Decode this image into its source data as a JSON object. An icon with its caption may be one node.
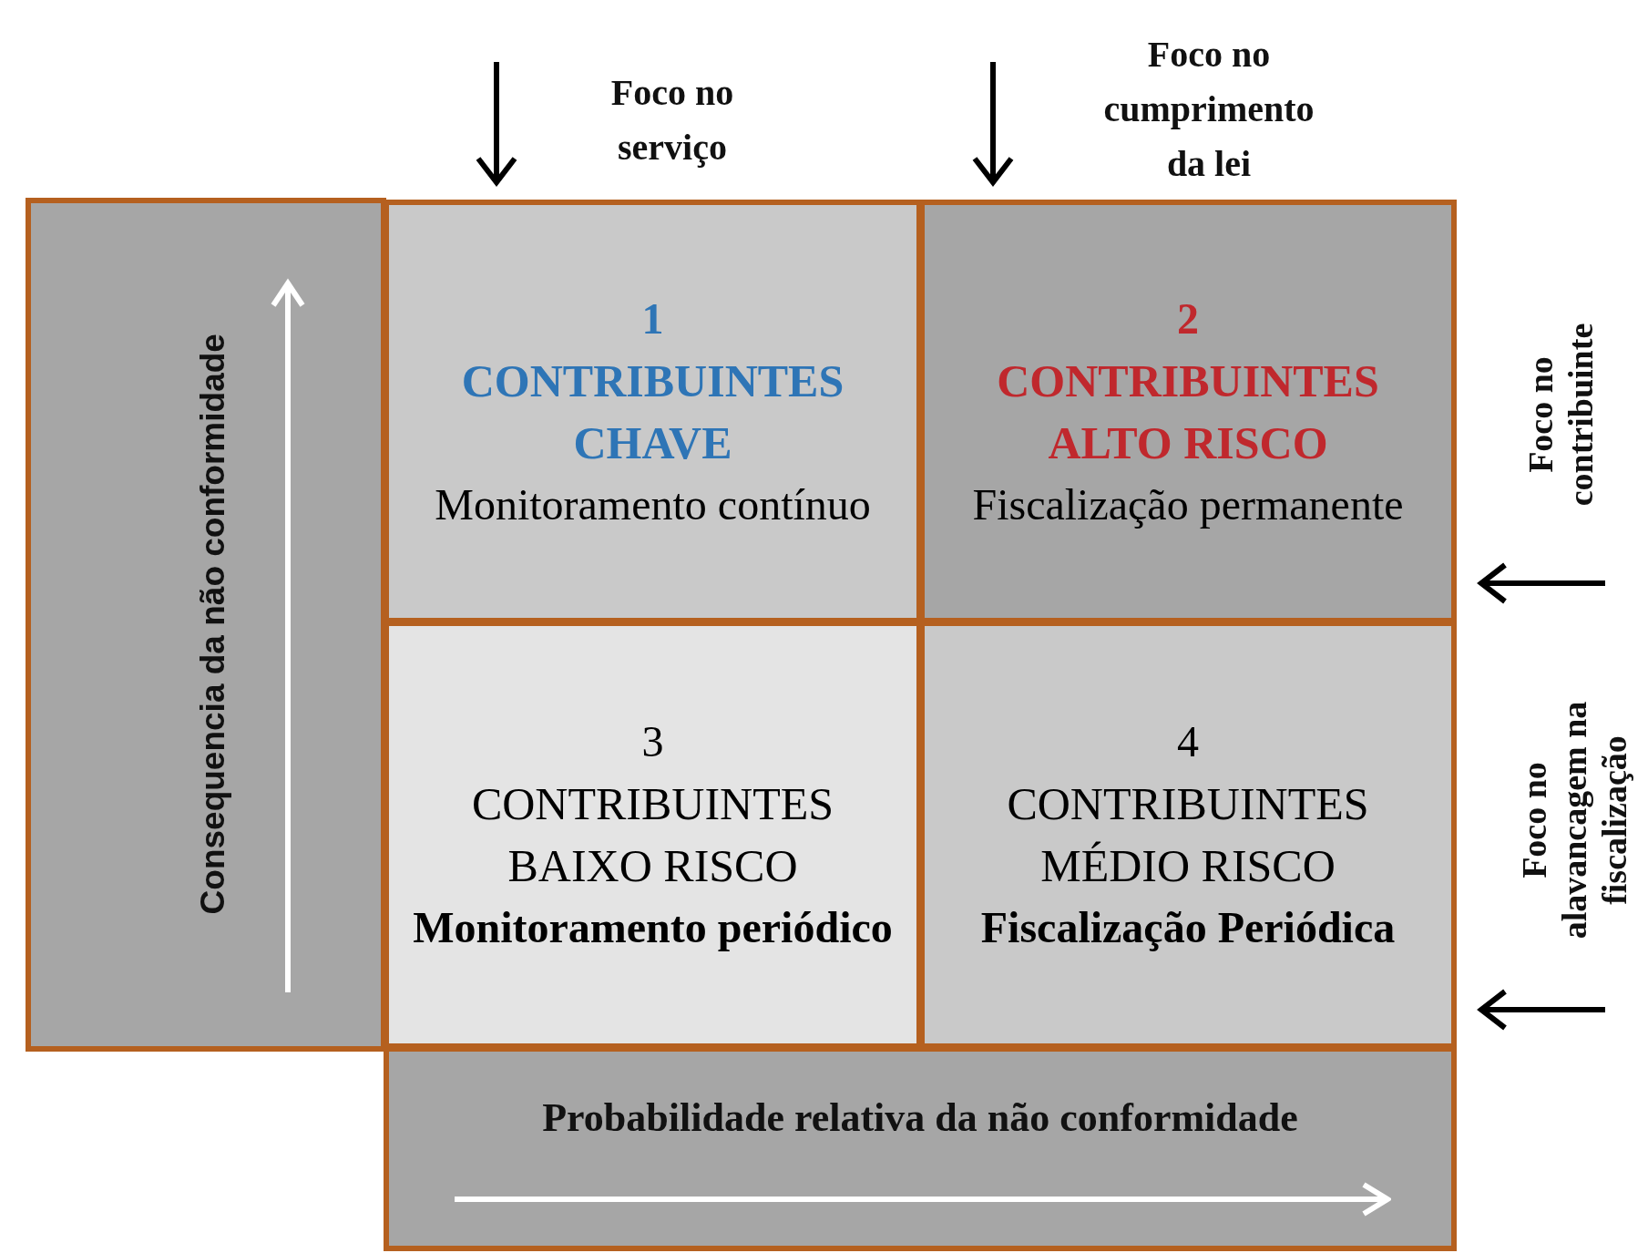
{
  "diagram": {
    "nodes": [
      {
        "text": [
          "Consequencia da não conformidade"
        ]
      },
      {
        "text": [
          "1",
          "CONTRIBUINTES CHAVE",
          "Monitoramento contínuo"
        ]
      },
      {
        "text": [
          "2",
          "CONTRIBUINTES ALTO RISCO",
          "Fiscalização permanente"
        ]
      },
      {
        "text": [
          "3",
          "CONTRIBUINTES BAIXO RISCO",
          "Monitoramento periódico"
        ]
      },
      {
        "text": [
          "4",
          "CONTRIBUINTES MÉDIO RISCO",
          "Fiscalização Periódica"
        ]
      },
      {
        "text": [
          "Probabilidade relativa da não conformidade"
        ]
      }
    ],
    "labels": [
      "Foco no serviço",
      "Foco no cumprimento da lei",
      "Foco no contribuinte",
      "Foco no alavancagem na fiscalização"
    ]
  }
}
